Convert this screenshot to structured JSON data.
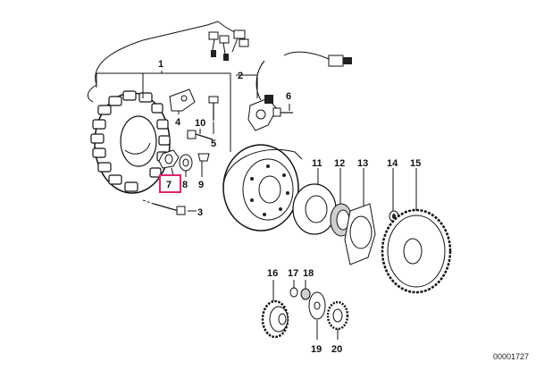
{
  "callouts": {
    "c1": "1",
    "c2": "2",
    "c3": "3",
    "c4": "4",
    "c5": "5",
    "c6": "6",
    "c7": "7",
    "c8": "8",
    "c9": "9",
    "c10": "10",
    "c11": "11",
    "c12": "12",
    "c13": "13",
    "c14": "14",
    "c15": "15",
    "c16": "16",
    "c17": "17",
    "c18": "18",
    "c19": "19",
    "c20": "20"
  },
  "reference_number": "00001727",
  "highlight": {
    "callout": "7",
    "color": "#e0246e"
  },
  "colors": {
    "line": "#111111",
    "shading": "#cfcfcf",
    "dark": "#222222"
  }
}
